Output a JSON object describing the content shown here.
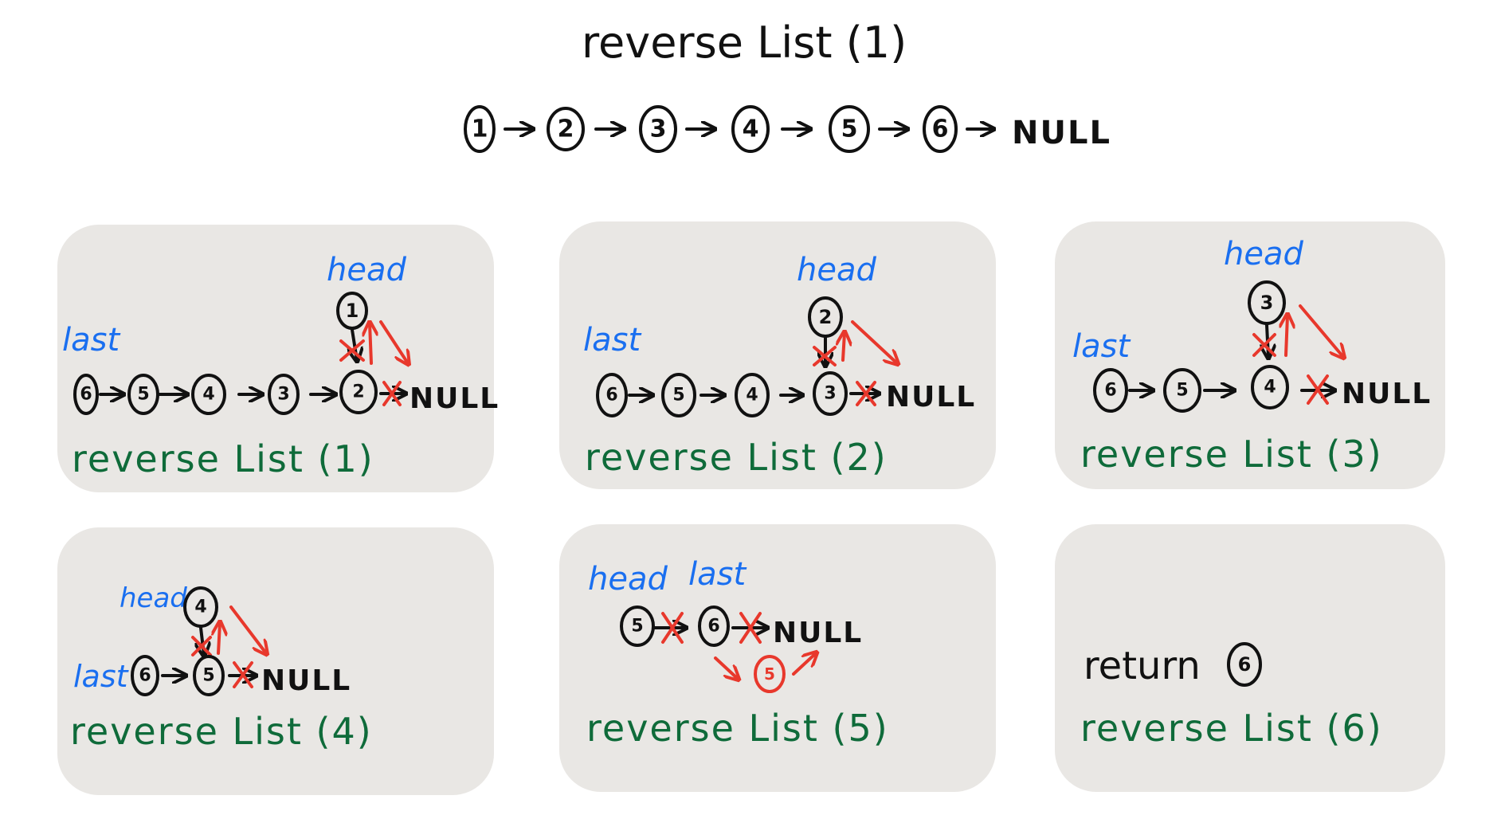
{
  "title": "reverse List (1)",
  "top_list": {
    "nodes": [
      "1",
      "2",
      "3",
      "4",
      "5",
      "6"
    ],
    "terminal": "NULL"
  },
  "labels": {
    "head": "head",
    "last": "last",
    "null": "NULL"
  },
  "panels": [
    {
      "caption": "reverse List (1)",
      "head_node": "1",
      "row": [
        "6",
        "5",
        "4",
        "3",
        "2"
      ]
    },
    {
      "caption": "reverse List (2)",
      "head_node": "2",
      "row": [
        "6",
        "5",
        "4",
        "3"
      ]
    },
    {
      "caption": "reverse List (3)",
      "head_node": "3",
      "row": [
        "6",
        "5",
        "4"
      ]
    },
    {
      "caption": "reverse List (4)",
      "head_node": "4",
      "row": [
        "6",
        "5"
      ]
    },
    {
      "caption": "reverse List (5)",
      "row": [
        "5",
        "6"
      ],
      "extra_node": "5"
    },
    {
      "caption": "reverse List (6)",
      "return_text": "return",
      "return_node": "6"
    }
  ],
  "colors": {
    "panel": "#e9e7e4",
    "blue": "#1a6ff0",
    "green": "#0f6b3a",
    "red": "#e8382c",
    "ink": "#111111"
  }
}
